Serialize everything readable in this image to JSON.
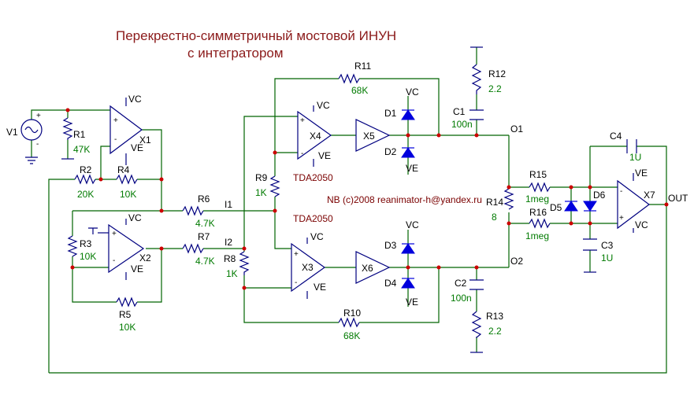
{
  "title": {
    "line1": "Перекрестно-симметричный мостовой ИНУН",
    "line2": "с интегратором"
  },
  "note": "NB (c)2008 reanimator-h@yandex.ru",
  "amp_model": "TDA2050",
  "nodes": {
    "i1": "I1",
    "i2": "I2",
    "o1": "O1",
    "o2": "O2",
    "out": "OUT"
  },
  "supplies": {
    "vc": "VC",
    "ve": "VE"
  },
  "opamp_signs": {
    "plus": "+",
    "minus": "-"
  },
  "source": {
    "name": "V1"
  },
  "components": [
    {
      "ref": "R1",
      "value": "47K"
    },
    {
      "ref": "R2",
      "value": "20K"
    },
    {
      "ref": "R3",
      "value": "10K"
    },
    {
      "ref": "R4",
      "value": "10K"
    },
    {
      "ref": "R5",
      "value": "10K"
    },
    {
      "ref": "R6",
      "value": "4.7K"
    },
    {
      "ref": "R7",
      "value": "4.7K"
    },
    {
      "ref": "R8",
      "value": "1K"
    },
    {
      "ref": "R9",
      "value": "1K"
    },
    {
      "ref": "R10",
      "value": "68K"
    },
    {
      "ref": "R11",
      "value": "68K"
    },
    {
      "ref": "R12",
      "value": "2.2"
    },
    {
      "ref": "R13",
      "value": "2.2"
    },
    {
      "ref": "R14",
      "value": "8"
    },
    {
      "ref": "R15",
      "value": "1meg"
    },
    {
      "ref": "R16",
      "value": "1meg"
    },
    {
      "ref": "C1",
      "value": "100n"
    },
    {
      "ref": "C2",
      "value": "100n"
    },
    {
      "ref": "C3",
      "value": "1U"
    },
    {
      "ref": "C4",
      "value": "1U"
    }
  ],
  "diodes": [
    "D1",
    "D2",
    "D3",
    "D4",
    "D5",
    "D6"
  ],
  "amplifiers": [
    "X1",
    "X2",
    "X3",
    "X4",
    "X5",
    "X6",
    "X7"
  ]
}
